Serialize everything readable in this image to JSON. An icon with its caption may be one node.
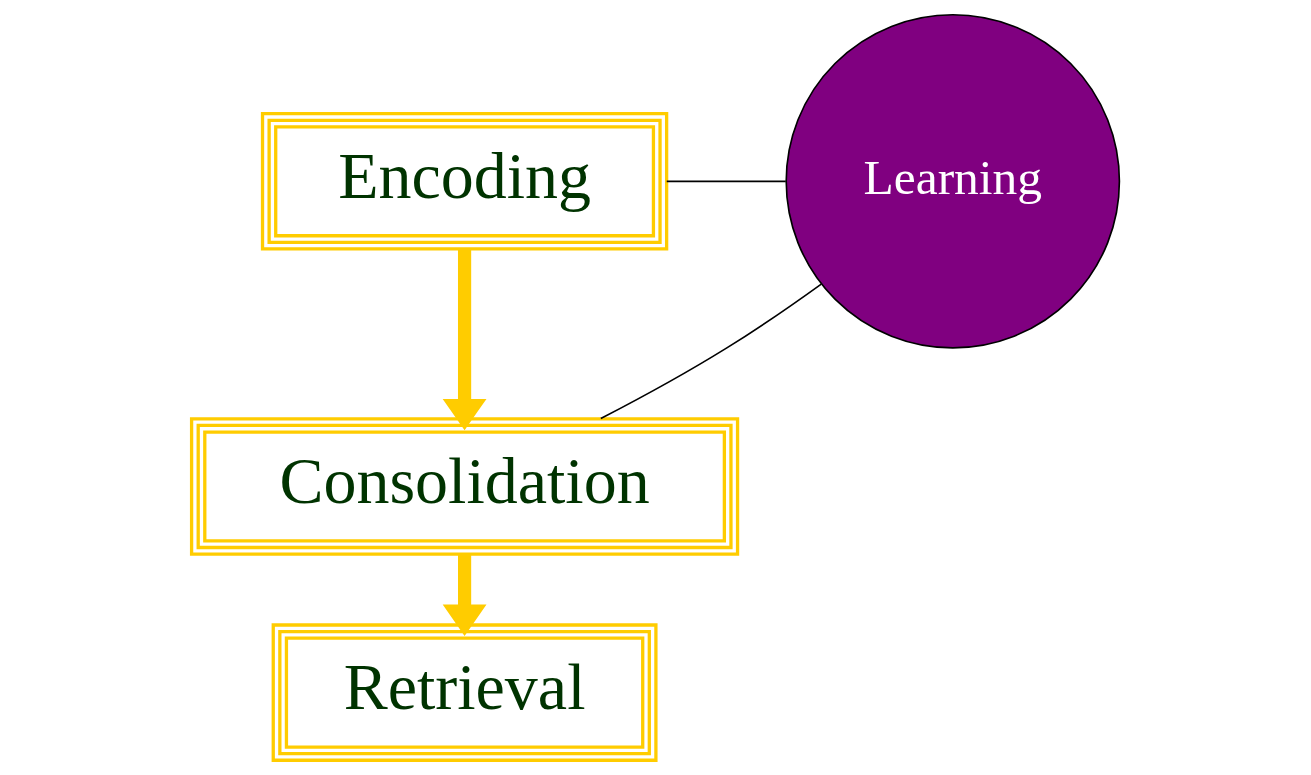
{
  "diagram": {
    "nodes": [
      {
        "text": [
          "Encoding"
        ]
      },
      {
        "text": [
          "Consolidation"
        ]
      },
      {
        "text": [
          "Retrieval"
        ]
      },
      {
        "text": [
          "Learning"
        ]
      }
    ],
    "edges": [
      {
        "from": 0,
        "to": 1,
        "arrow": "to",
        "style": "thick",
        "color": "#ffcc00"
      },
      {
        "from": 1,
        "to": 2,
        "arrow": "to",
        "style": "thick",
        "color": "#ffcc00"
      },
      {
        "from": 0,
        "to": 3,
        "arrow": "none",
        "color": "#000000"
      },
      {
        "from": 1,
        "to": 3,
        "arrow": "none",
        "color": "#000000"
      }
    ]
  }
}
